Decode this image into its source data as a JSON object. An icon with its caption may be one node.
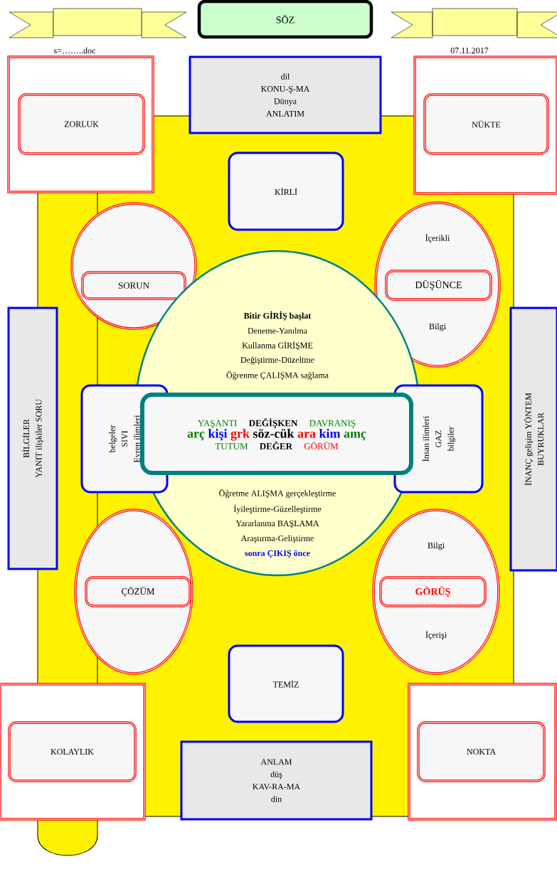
{
  "diagram": {
    "nodes": [
      {
        "text": [
          "SÖZ"
        ]
      },
      {
        "text": [],
        "shape": "box"
      },
      {
        "text": [
          "ZORLUK"
        ],
        "in": 1
      },
      {
        "text": [
          "dil",
          "KONU-Ş-MA",
          "Dünya",
          "ANLATIM"
        ]
      },
      {
        "text": [],
        "shape": "box"
      },
      {
        "text": [
          "NÜKTE"
        ],
        "in": 4
      },
      {
        "text": [
          "KİRLİ"
        ]
      },
      {
        "text": [],
        "shape": "ellipse"
      },
      {
        "text": [
          "SORUN"
        ],
        "in": 7
      },
      {
        "text": [
          "İçerikli",
          "Bilgi"
        ]
      },
      {
        "text": [
          "DÜŞÜNCE"
        ],
        "in": 9
      },
      {
        "text": [
          "Bitir GİRİŞ başlat",
          "Deneme-Yanılma",
          "Kullanma GİRİŞME",
          "Değiştirme-Düzeltme",
          "Öğrenme ÇALIŞMA sağlama",
          "Öğretme ALIŞMA gerçekleştirme",
          "İyileştirme-Güzelleştirme",
          "Yararlanma BAŞLAMA",
          "Araştırma-Geliştirme",
          "sonra ÇIKIŞ önce"
        ]
      },
      {
        "text": [
          "BİLGİLER",
          "YANIT ilişkiler SORU"
        ]
      },
      {
        "text": [
          "belgeler",
          "SIVI",
          "Evren ilimleri"
        ]
      },
      {
        "text": [
          "YAŞANTI",
          "DEĞİŞKEN",
          "DAVRANIŞ",
          "arç",
          "kişi",
          "grk",
          "söz-cük",
          "ara",
          "kim",
          "amç",
          "TUTUM",
          "DEĞER",
          "GÖRÜM"
        ],
        "in": 11
      },
      {
        "text": [
          "İnsan ilimleri",
          "GAZ",
          "bilgiler"
        ]
      },
      {
        "text": [
          "İNANÇ gelişim YÖNTEM",
          "BUYRUKLAR"
        ]
      },
      {
        "text": [],
        "shape": "ellipse"
      },
      {
        "text": [
          "ÇÖZÜM"
        ],
        "in": 17
      },
      {
        "text": [
          "Bilgi",
          "İçerişi"
        ]
      },
      {
        "text": [
          "GÖRÜŞ"
        ],
        "in": 19
      },
      {
        "text": [
          "TEMİZ"
        ]
      },
      {
        "text": [],
        "shape": "box"
      },
      {
        "text": [
          "KOLAYLIK"
        ],
        "in": 22
      },
      {
        "text": [
          "ANLAM",
          "düş",
          "KAV-RA-MA",
          "din"
        ]
      },
      {
        "text": [],
        "shape": "box"
      },
      {
        "text": [
          "NOKTA"
        ],
        "in": 25
      }
    ],
    "labels": [
      "s=……..doc",
      "07.11.2017"
    ]
  }
}
